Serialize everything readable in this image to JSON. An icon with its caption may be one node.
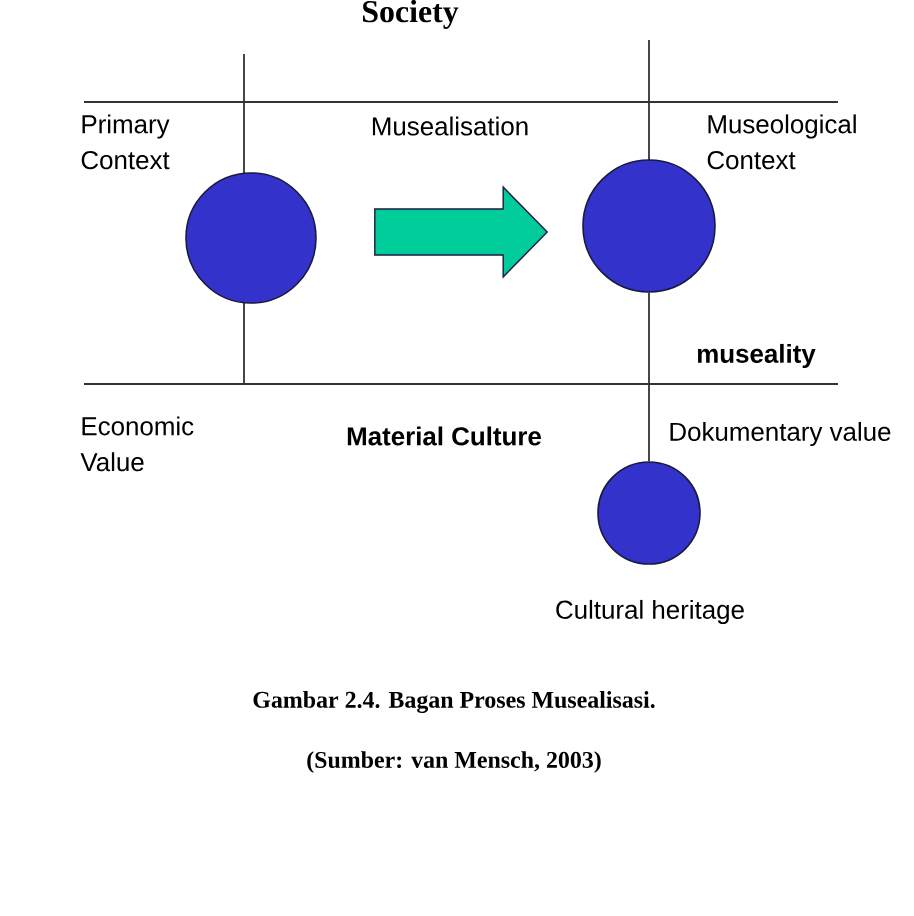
{
  "diagram": {
    "title": "Society",
    "caption": "Gambar 2.4. Bagan Proses Musealisasi.",
    "nodes": [
      {
        "text": [],
        "shape": "circle",
        "beside": [
          "Primary Context"
        ]
      },
      {
        "text": [],
        "shape": "circle",
        "beside": [
          "Museological Context"
        ]
      },
      {
        "text": [],
        "shape": "circle",
        "beside": [
          "Cultural heritage"
        ]
      }
    ],
    "edges": [
      {
        "from": 0,
        "to": 1,
        "arrow": "to",
        "label": "Musealisation",
        "style": "thick",
        "color": "#00cc99"
      },
      {
        "from": 1,
        "to": 2,
        "arrow": "none"
      }
    ],
    "labels": [
      "museality",
      "Economic Value",
      "Material Culture",
      "Dokumentary value",
      "(Sumber: van Mensch, 2003)"
    ]
  }
}
